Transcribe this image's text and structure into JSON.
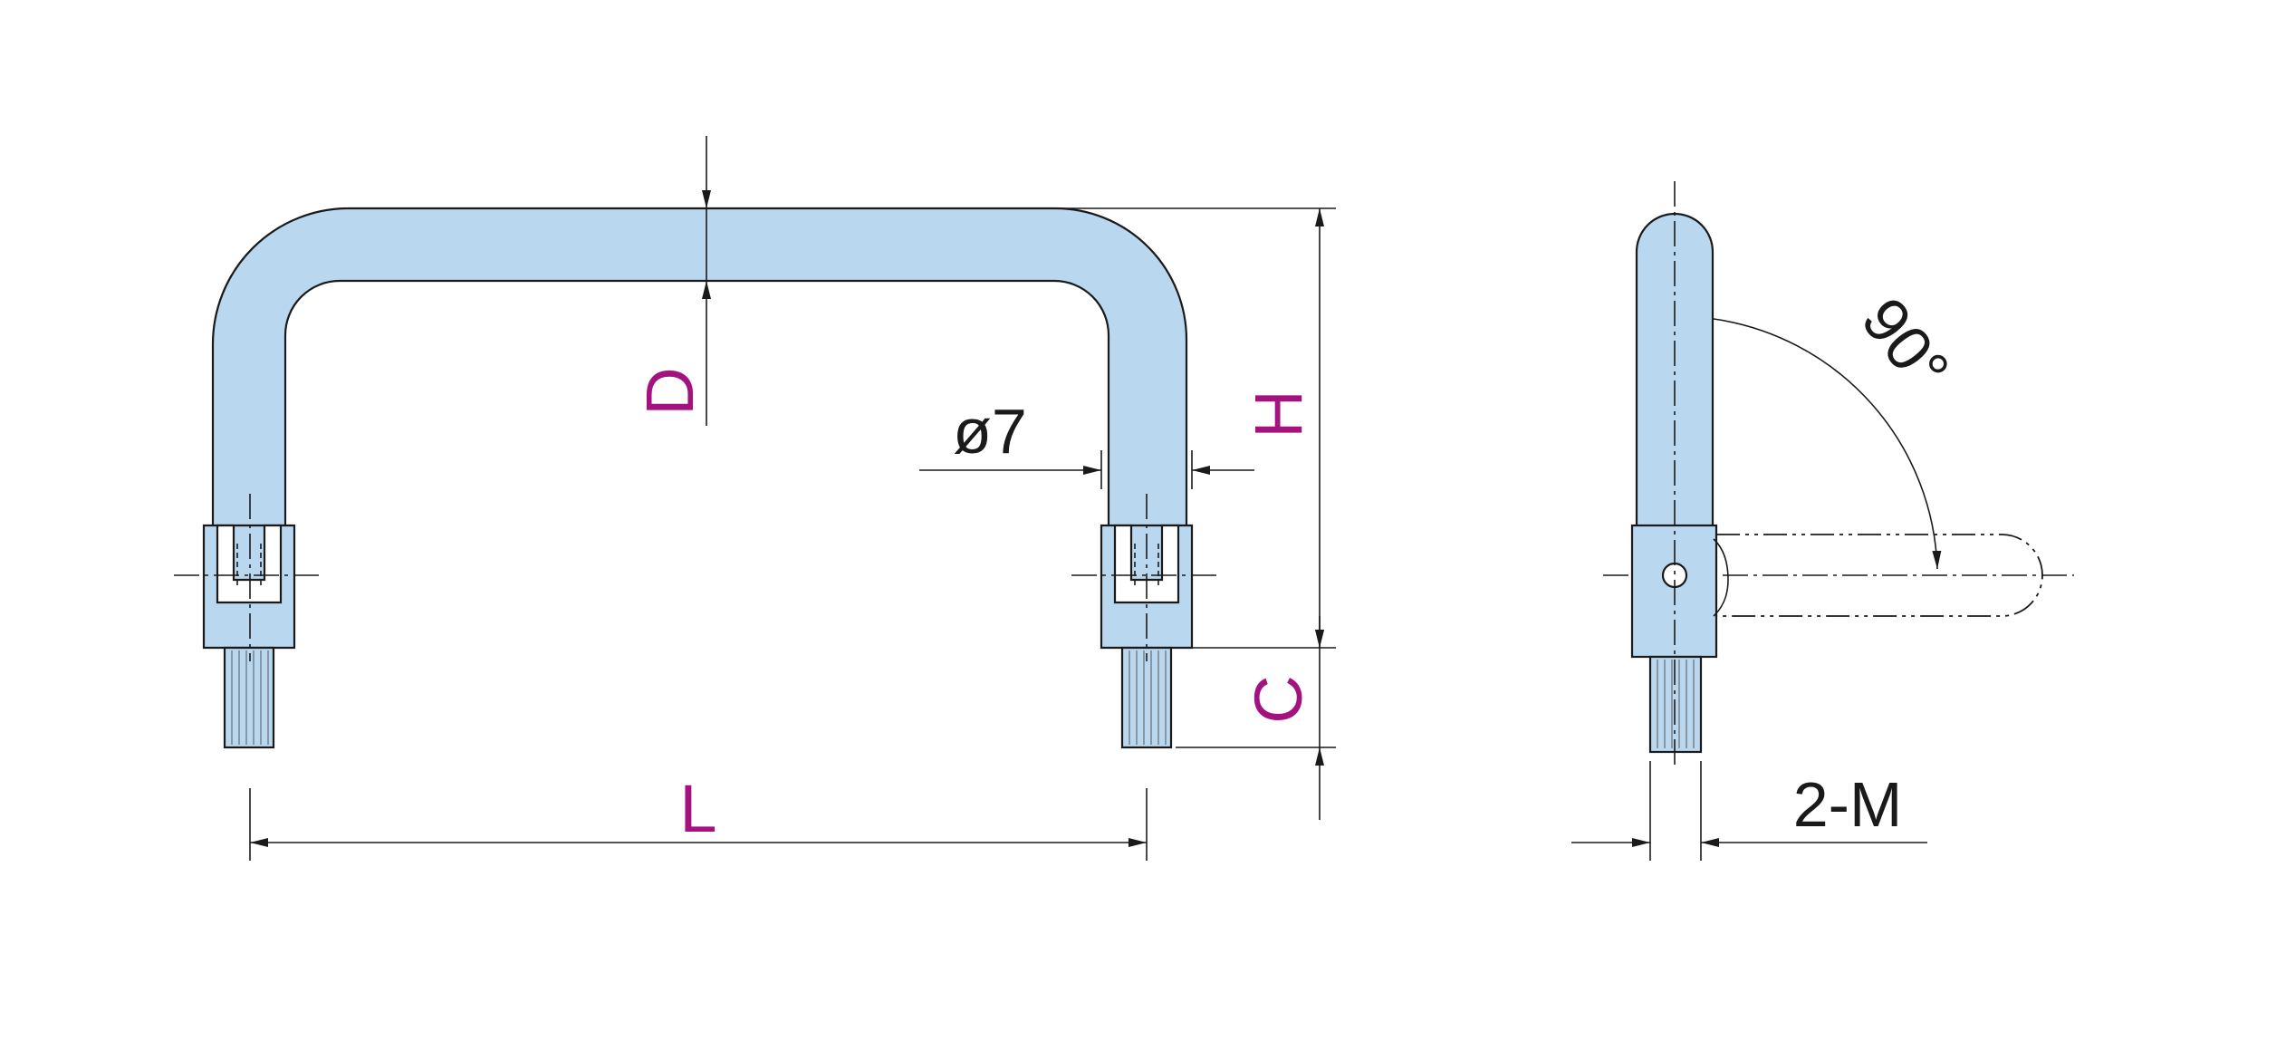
{
  "drawing": {
    "labels": {
      "D": "D",
      "H": "H",
      "C": "C",
      "L": "L",
      "diameter": "ø7",
      "angle": "90°",
      "thread": "2-M"
    },
    "colors": {
      "part_fill": "#b9d7ee",
      "line": "#1a1a1a",
      "dimension_label": "#a3127f"
    }
  }
}
